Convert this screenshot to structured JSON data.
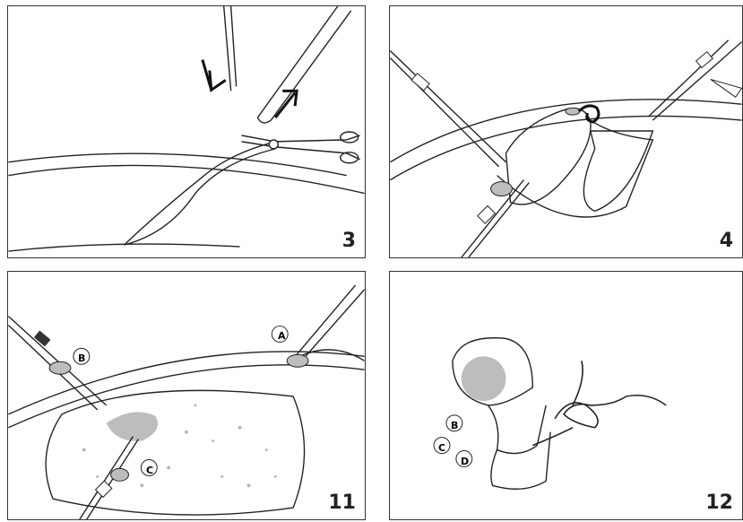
{
  "panels": [
    {
      "number": "3"
    },
    {
      "number": "4"
    },
    {
      "number": "11",
      "labels": [
        "A",
        "B",
        "C"
      ]
    },
    {
      "number": "12",
      "labels": [
        "B",
        "C",
        "D"
      ]
    }
  ],
  "colors": {
    "line": "#222222",
    "fill_gray": "#bdbdbd",
    "speckle": "#b8b8b8"
  }
}
